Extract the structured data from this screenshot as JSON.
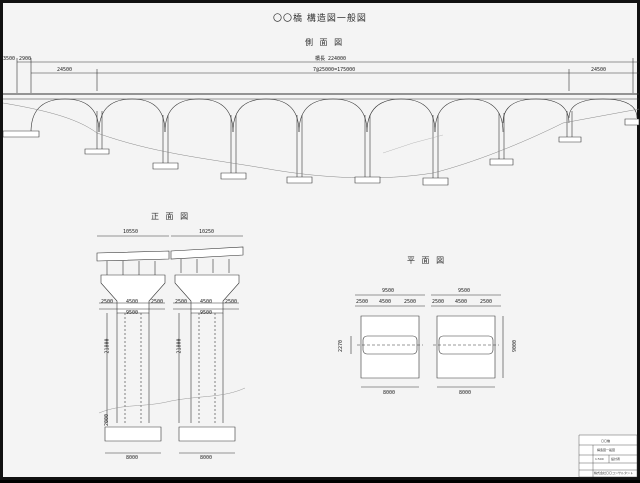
{
  "title": "〇〇橋 構造図一般図",
  "side": {
    "label": "側 面 図",
    "total": "橋長 224000",
    "span_center": "7@25000=175000",
    "span_left": "24500",
    "span_right": "24500",
    "lead_a": "3500",
    "lead_b": "2900"
  },
  "front": {
    "label": "正 面 図",
    "left": {
      "top_width": "10550",
      "d1": "2500",
      "d2": "4500",
      "d3": "2500",
      "mid": "9500",
      "height": "21800",
      "foot_h": "2000",
      "base": "8000"
    },
    "right": {
      "top_width": "10250",
      "d1": "2500",
      "d2": "4500",
      "d3": "2500",
      "mid": "9500",
      "height": "21800",
      "base": "8000"
    }
  },
  "plan": {
    "label": "平 面 図",
    "left": {
      "top": "9500",
      "d1": "2500",
      "d2": "4500",
      "d3": "2500",
      "side": "2270",
      "base": "8000"
    },
    "right": {
      "top": "9500",
      "d1": "2500",
      "d2": "4500",
      "d3": "2500",
      "depth": "9000",
      "base": "8000"
    }
  },
  "titleblock": {
    "r1": "〇〇橋",
    "r2a": "構造図一般図",
    "r3a": "1:500",
    "r3b": "設計者",
    "r4": "株式会社〇〇コンサルタント"
  }
}
